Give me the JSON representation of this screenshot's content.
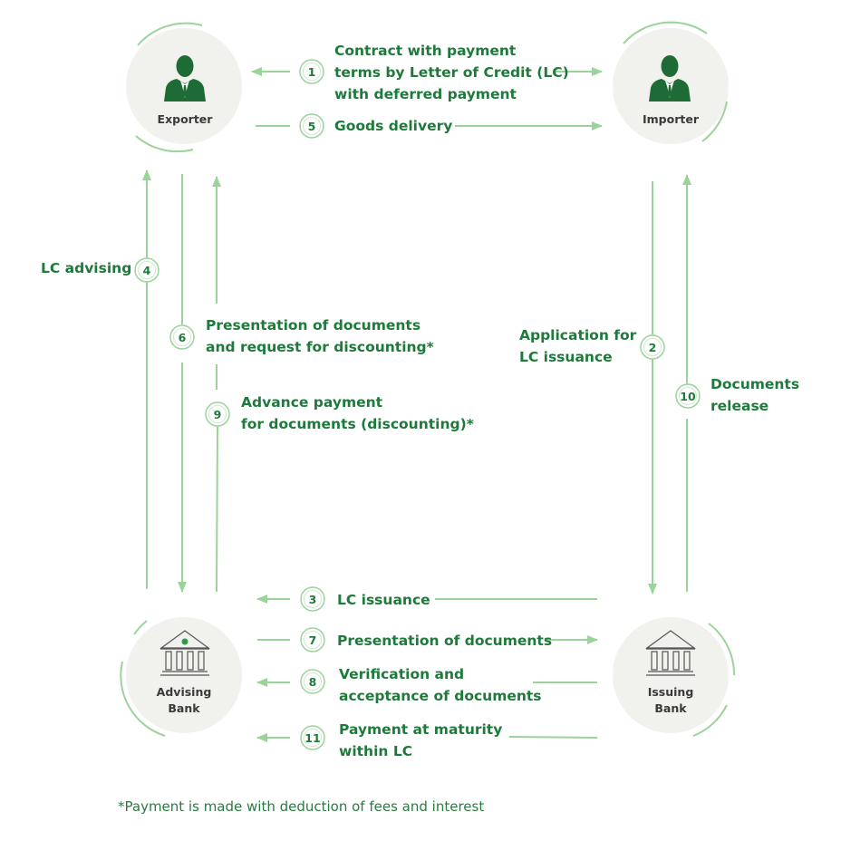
{
  "colors": {
    "accent": "#1e7a3a",
    "arrow": "#9cd39a",
    "node_fill": "#f1f1ee"
  },
  "nodes": {
    "exporter": {
      "label": "Exporter",
      "icon": "person-icon"
    },
    "importer": {
      "label": "Importer",
      "icon": "person-icon"
    },
    "advising_bank": {
      "label_line1": "Advising",
      "label_line2": "Bank",
      "icon": "bank-icon"
    },
    "issuing_bank": {
      "label_line1": "Issuing",
      "label_line2": "Bank",
      "icon": "bank-icon"
    }
  },
  "steps": {
    "s1": {
      "num": "1",
      "line1": "Contract with payment",
      "line2": "terms by Letter of Credit (LC)",
      "line3": "with deferred payment"
    },
    "s2": {
      "num": "2",
      "line1": "Application for",
      "line2": "LC issuance"
    },
    "s3": {
      "num": "3",
      "line1": "LC issuance"
    },
    "s4": {
      "num": "4",
      "line1": "LC advising"
    },
    "s5": {
      "num": "5",
      "line1": "Goods delivery"
    },
    "s6": {
      "num": "6",
      "line1": "Presentation of documents",
      "line2": "and request for discounting*"
    },
    "s7": {
      "num": "7",
      "line1": "Presentation of documents"
    },
    "s8": {
      "num": "8",
      "line1": "Verification and",
      "line2": "acceptance of documents"
    },
    "s9": {
      "num": "9",
      "line1": "Advance payment",
      "line2": "for documents (discounting)*"
    },
    "s10": {
      "num": "10",
      "line1": "Documents",
      "line2": "release"
    },
    "s11": {
      "num": "11",
      "line1": "Payment at maturity",
      "line2": "within LC"
    }
  },
  "footnote": "*Payment is made with deduction of fees and interest"
}
